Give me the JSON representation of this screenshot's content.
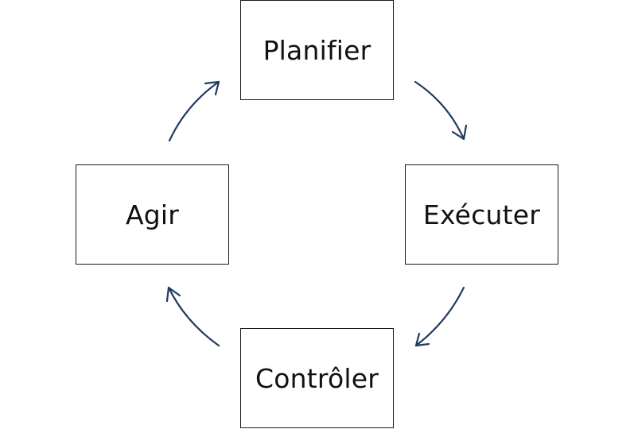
{
  "diagram": {
    "stroke_color": "#1f3a5f",
    "steps": [
      {
        "label": "Planifier"
      },
      {
        "label": "Exécuter"
      },
      {
        "label": "Contrôler"
      },
      {
        "label": "Agir"
      }
    ]
  }
}
